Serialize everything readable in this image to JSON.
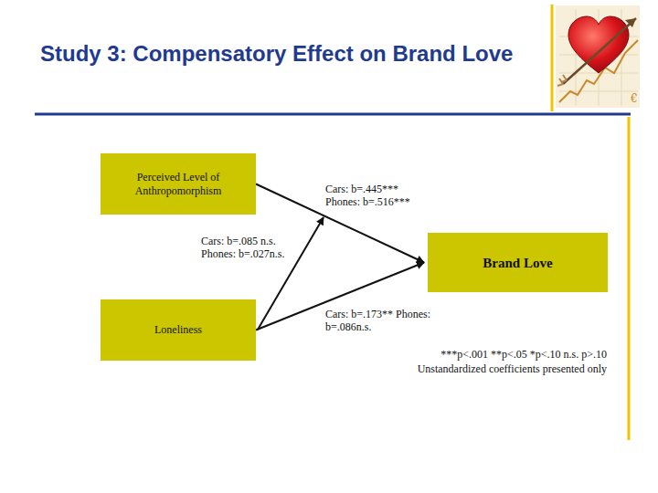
{
  "diagram": {
    "title": "Study 3: Compensatory Effect on Brand Love",
    "nodes": [
      {
        "text": [
          "Perceived Level of Anthropomorphism"
        ]
      },
      {
        "text": [
          "Loneliness"
        ]
      },
      {
        "text": [
          "Brand Love"
        ]
      }
    ],
    "edges": [
      {
        "from": 0,
        "to": 2,
        "arrow": "to",
        "label": "Cars: b=.445*** Phones: b=.516***"
      },
      {
        "from": 1,
        "to": 2,
        "arrow": "to",
        "label": "Cars: b=.173** Phones: b=.086n.s."
      }
    ],
    "labels": [
      "Cars: b=.085 n.s. Phones: b=.027n.s.",
      "***p<.001 **p<.05 *p<.10 n.s. p>.10",
      "Unstandardized coefficients presented only"
    ]
  }
}
